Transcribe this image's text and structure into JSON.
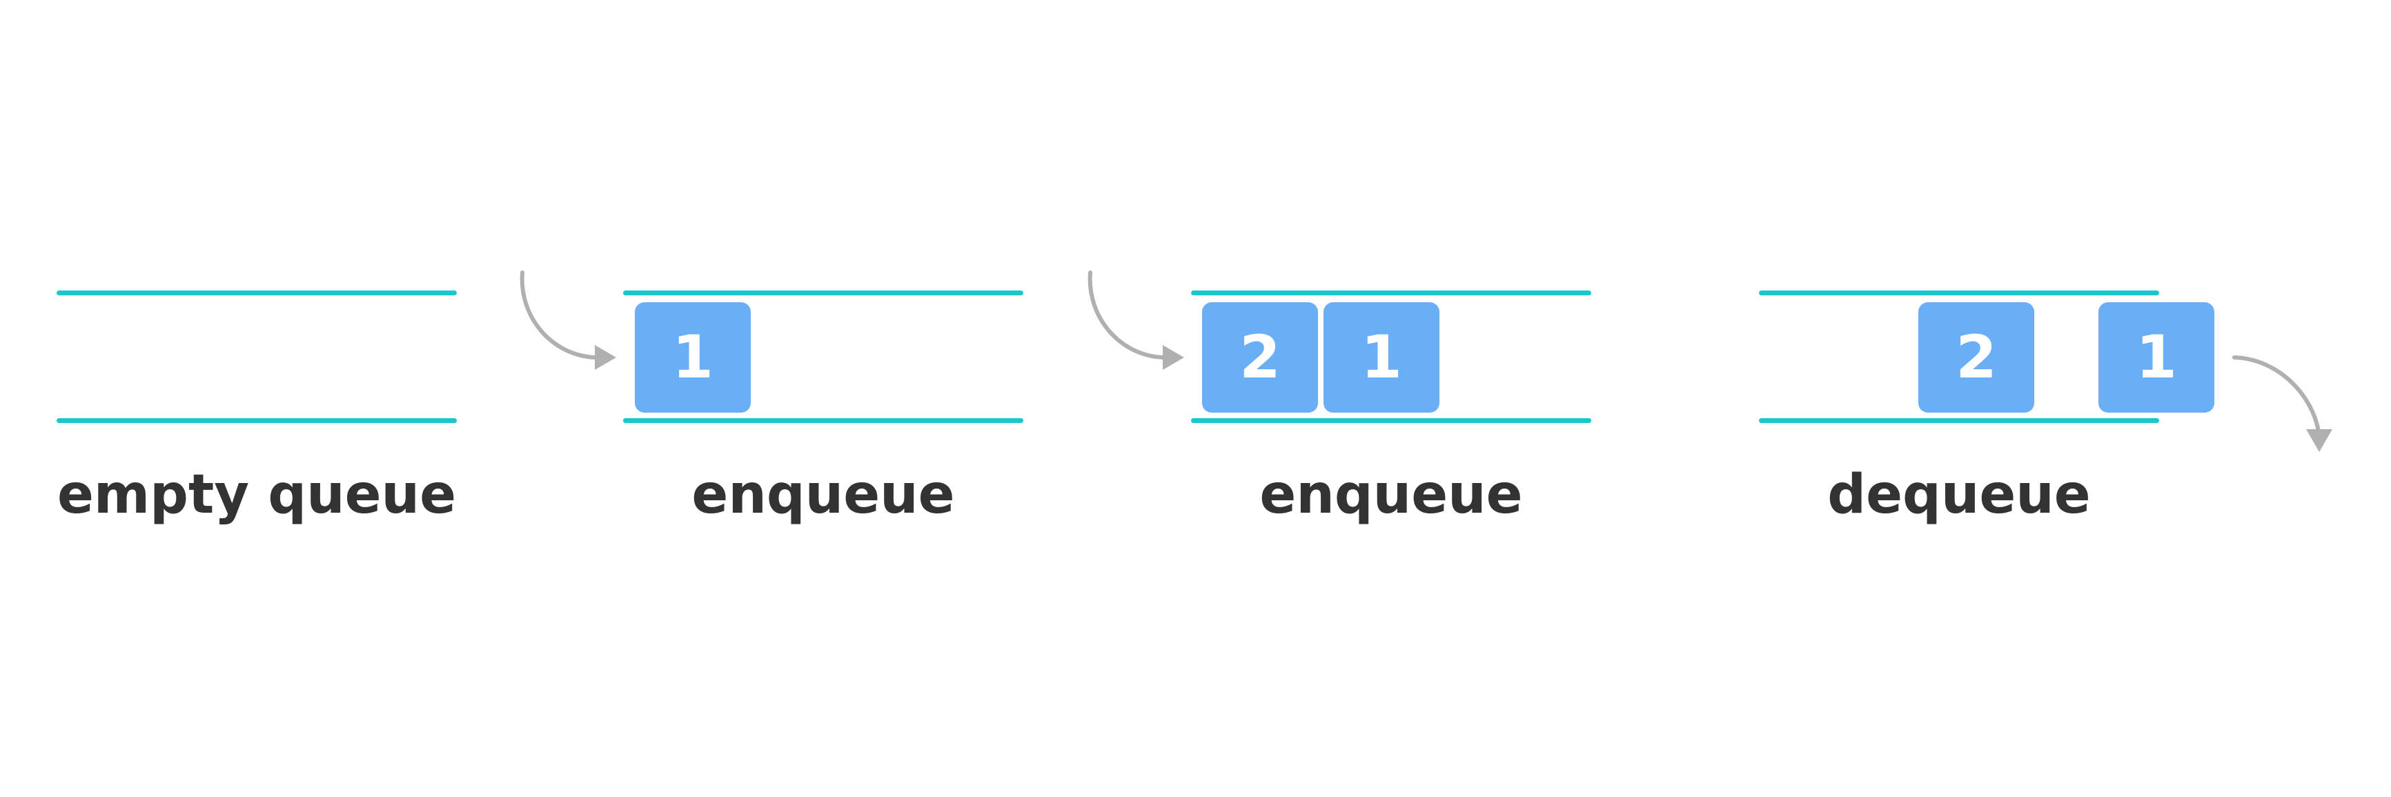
{
  "colors": {
    "rail": "#1bc6d0",
    "item_fill": "#6aaff6",
    "item_text": "#ffffff",
    "arrow": "#b0b0b0",
    "caption": "#333333"
  },
  "panels": [
    {
      "caption": "empty queue",
      "items": []
    },
    {
      "caption": "enqueue",
      "items": [
        "1"
      ]
    },
    {
      "caption": "enqueue",
      "items": [
        "2",
        "1"
      ]
    },
    {
      "caption": "dequeue",
      "items": [
        "2",
        "1"
      ]
    }
  ]
}
